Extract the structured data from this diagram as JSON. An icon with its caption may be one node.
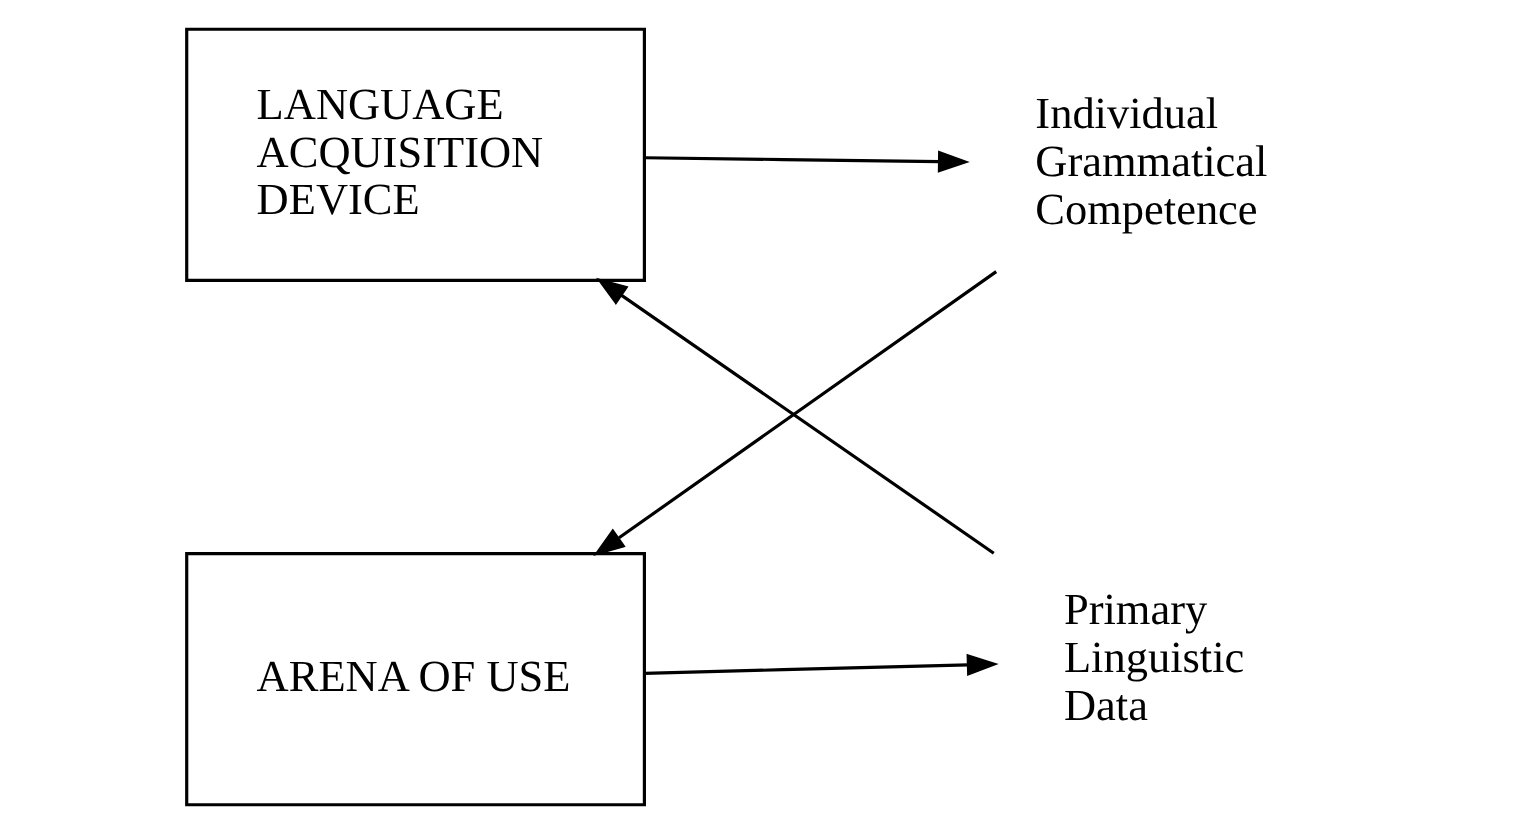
{
  "diagram": {
    "nodes": [
      {
        "text": [
          "LANGUAGE ACQUISITION DEVICE"
        ]
      },
      {
        "text": [
          "Individual Grammatical Competence"
        ]
      },
      {
        "text": [
          "ARENA OF USE"
        ]
      },
      {
        "text": [
          "Primary Linguistic Data"
        ]
      }
    ],
    "edges": [
      {
        "from": 3,
        "to": 0,
        "arrow": "to"
      },
      {
        "from": 0,
        "to": 1,
        "arrow": "to"
      },
      {
        "from": 1,
        "to": 2,
        "arrow": "to"
      },
      {
        "from": 2,
        "to": 3,
        "arrow": "to"
      }
    ]
  }
}
